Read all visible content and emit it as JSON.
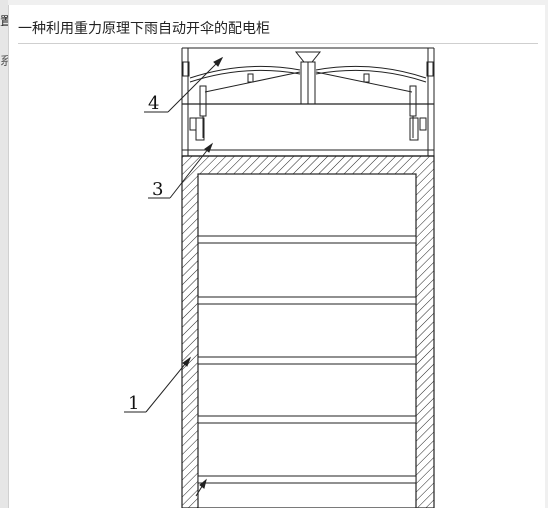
{
  "window": {
    "left_fragment_top": "置",
    "left_fragment_mid": "系"
  },
  "figure": {
    "title": "一种利用重力原理下雨自动开伞的配电柜",
    "callouts": [
      {
        "id": "4",
        "text": "4"
      },
      {
        "id": "3",
        "text": "3"
      },
      {
        "id": "1",
        "text": "1"
      }
    ]
  },
  "colors": {
    "line": "#222222",
    "panel_bg": "#ffffff",
    "window_bg": "#f0f0f0"
  }
}
